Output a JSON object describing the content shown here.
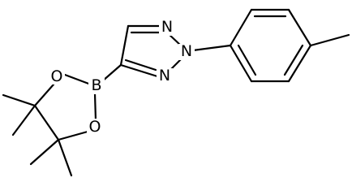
{
  "molecule": {
    "atoms": {
      "n1": "N",
      "n2": "N",
      "n3": "N",
      "b": "B",
      "o1": "O",
      "o2": "O"
    }
  }
}
